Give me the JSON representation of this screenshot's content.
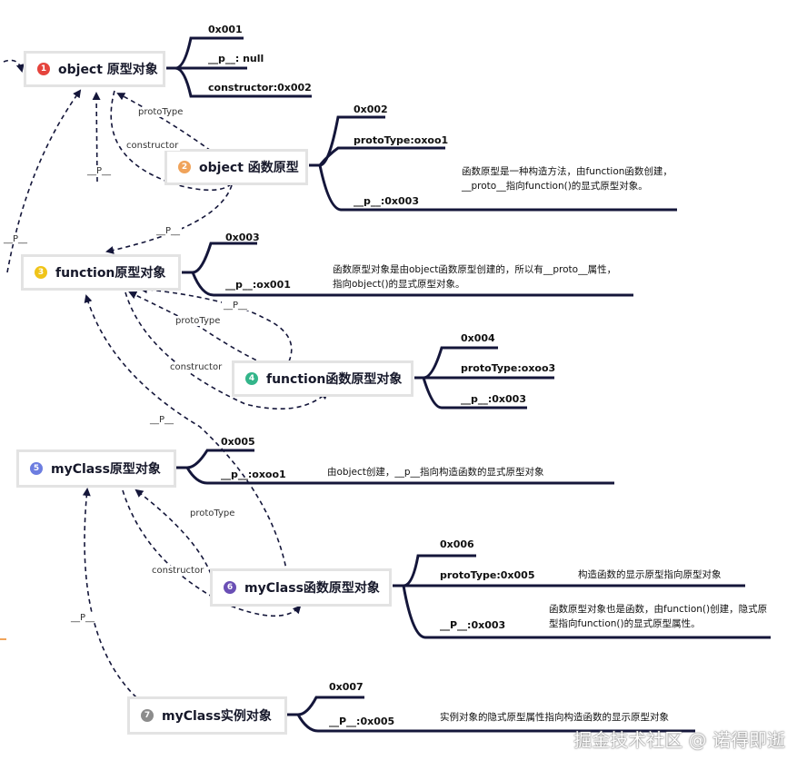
{
  "nodes": [
    {
      "num": "1",
      "label": "object 原型对象",
      "color": "#e5443d"
    },
    {
      "num": "2",
      "label": "object 函数原型",
      "color": "#f0a35a"
    },
    {
      "num": "3",
      "label": "function原型对象",
      "color": "#f0c419"
    },
    {
      "num": "4",
      "label": "function函数原型对象",
      "color": "#33b58a"
    },
    {
      "num": "5",
      "label": "myClass原型对象",
      "color": "#6c7de0"
    },
    {
      "num": "6",
      "label": "myClass函数原型对象",
      "color": "#6a4fb5"
    },
    {
      "num": "7",
      "label": "myClass实例对象",
      "color": "#8c8c8c"
    }
  ],
  "branches": {
    "n1": [
      "0x001",
      "__p__:  null",
      "constructor:0x002"
    ],
    "n2": [
      "0x002",
      "protoType:oxoo1",
      "__p__:0x003"
    ],
    "n3": [
      "0x003",
      "__p__:ox001"
    ],
    "n4": [
      "0x004",
      "protoType:oxoo3",
      "__p__:0x003"
    ],
    "n5": [
      "0x005",
      "__p__:oxoo1"
    ],
    "n6": [
      "0x006",
      "protoType:0x005",
      "__P__:0x003"
    ],
    "n7": [
      "0x007",
      "__P__:0x005"
    ]
  },
  "notes": {
    "n2": "函数原型是一种构造方法，由function函数创建，__proto__指向function()的显式原型对象。",
    "n3": "函数原型对象是由object函数原型创建的，所以有__proto__属性，指向object()的显式原型对象。",
    "n5": "由object创建，__p__指向构造函数的显式原型对象",
    "n6a": "构造函数的显示原型指向原型对象",
    "n6b": "函数原型对象也是函数，由function()创建，隐式原型指向function()的显式原型属性。",
    "n7": "实例对象的隐式原型属性指向构造函数的显示原型对象"
  },
  "edge_labels": {
    "prototype_1": "protoType",
    "constructor_1": "constructor",
    "p_2_1": "__P__",
    "p_3_2": "__P__",
    "p_5_1": "__P__",
    "p_4_3": "__P__",
    "prototype_3": "protoType",
    "constructor_3": "constructor",
    "p_6_3": "__P__",
    "prototype_5": "protoType",
    "constructor_5": "constructor",
    "p_7_5": "__P__"
  },
  "watermark": "掘金技术社区 @ 诺得即逝",
  "colors": {
    "line": "#14163a",
    "node_border": "#e3e3e3"
  }
}
